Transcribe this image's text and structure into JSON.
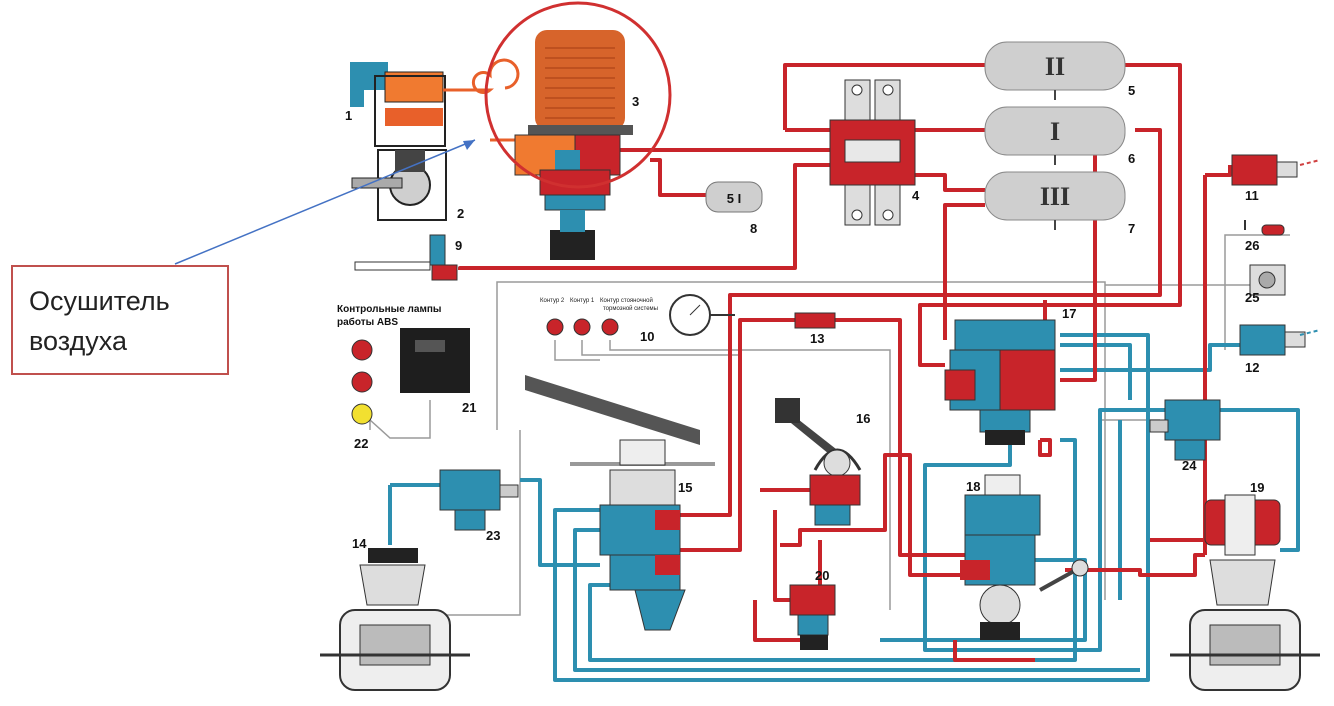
{
  "callout": {
    "text_line1": "Осушитель",
    "text_line2": "воздуха",
    "border_color": "#c0504d"
  },
  "colors": {
    "air_red": "#c8242a",
    "air_blue": "#2d8fb0",
    "control_gray": "#9a9a9a",
    "highlight_circle": "#d03030"
  },
  "tanks": {
    "ii": "II",
    "i": "I",
    "iii": "III",
    "small": "5 I"
  },
  "labels": {
    "n1": "1",
    "n2": "2",
    "n3": "3",
    "n4": "4",
    "n5": "5",
    "n6": "6",
    "n7": "7",
    "n8": "8",
    "n9": "9",
    "n10": "10",
    "n11": "11",
    "n12": "12",
    "n13": "13",
    "n14": "14",
    "n15": "15",
    "n16": "16",
    "n17": "17",
    "n18": "18",
    "n19": "19",
    "n20": "20",
    "n21": "21",
    "n22": "22",
    "n23": "23",
    "n24": "24",
    "n25": "25",
    "n26": "26"
  },
  "abs_panel": {
    "line1": "Контрольные лампы",
    "line2": "работы ABS"
  },
  "gauge_panel": {
    "lamp1": "Контур 2",
    "lamp2": "Контур 1",
    "lamp3_line1": "Контур стояночной",
    "lamp3_line2": "тормозной системы"
  }
}
